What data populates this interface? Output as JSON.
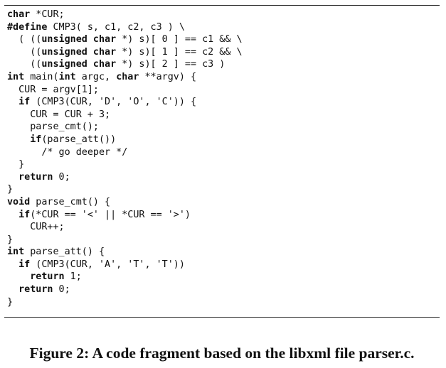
{
  "code": {
    "lines": [
      [
        {
          "t": "char",
          "kw": true
        },
        {
          "t": " *CUR;"
        }
      ],
      [
        {
          "t": "#define",
          "kw": true
        },
        {
          "t": " CMP3( s, c1, c2, c3 ) \\"
        }
      ],
      [
        {
          "t": "  ( ((",
          "kw": false
        },
        {
          "t": "unsigned char",
          "kw": true
        },
        {
          "t": " *) s)[ 0 ] == c1 && \\"
        }
      ],
      [
        {
          "t": "    ((",
          "kw": false
        },
        {
          "t": "unsigned char",
          "kw": true
        },
        {
          "t": " *) s)[ 1 ] == c2 && \\"
        }
      ],
      [
        {
          "t": "    ((",
          "kw": false
        },
        {
          "t": "unsigned char",
          "kw": true
        },
        {
          "t": " *) s)[ 2 ] == c3 )"
        }
      ],
      [
        {
          "t": "int",
          "kw": true
        },
        {
          "t": " main("
        },
        {
          "t": "int",
          "kw": true
        },
        {
          "t": " argc, "
        },
        {
          "t": "char",
          "kw": true
        },
        {
          "t": " **argv) {"
        }
      ],
      [
        {
          "t": "  CUR = argv[1];"
        }
      ],
      [
        {
          "t": "  "
        },
        {
          "t": "if",
          "kw": true
        },
        {
          "t": " (CMP3(CUR, 'D', 'O', 'C')) {"
        }
      ],
      [
        {
          "t": "    CUR = CUR + 3;"
        }
      ],
      [
        {
          "t": "    parse_cmt();"
        }
      ],
      [
        {
          "t": "    "
        },
        {
          "t": "if",
          "kw": true
        },
        {
          "t": "(parse_att())"
        }
      ],
      [
        {
          "t": "      /* go deeper */"
        }
      ],
      [
        {
          "t": "  }"
        }
      ],
      [
        {
          "t": "  "
        },
        {
          "t": "return",
          "kw": true
        },
        {
          "t": " 0;"
        }
      ],
      [
        {
          "t": "}"
        }
      ],
      [
        {
          "t": "void",
          "kw": true
        },
        {
          "t": " parse_cmt() {"
        }
      ],
      [
        {
          "t": "  "
        },
        {
          "t": "if",
          "kw": true
        },
        {
          "t": "(*CUR == '<' || *CUR == '>')"
        }
      ],
      [
        {
          "t": "    CUR++;"
        }
      ],
      [
        {
          "t": "}"
        }
      ],
      [
        {
          "t": "int",
          "kw": true
        },
        {
          "t": " parse_att() {"
        }
      ],
      [
        {
          "t": "  "
        },
        {
          "t": "if",
          "kw": true
        },
        {
          "t": " (CMP3(CUR, 'A', 'T', 'T'))"
        }
      ],
      [
        {
          "t": "    "
        },
        {
          "t": "return",
          "kw": true
        },
        {
          "t": " 1;"
        }
      ],
      [
        {
          "t": "  "
        },
        {
          "t": "return",
          "kw": true
        },
        {
          "t": " 0;"
        }
      ],
      [
        {
          "t": "}"
        }
      ]
    ]
  },
  "caption": "Figure 2: A code fragment based on the libxml file parser.c."
}
